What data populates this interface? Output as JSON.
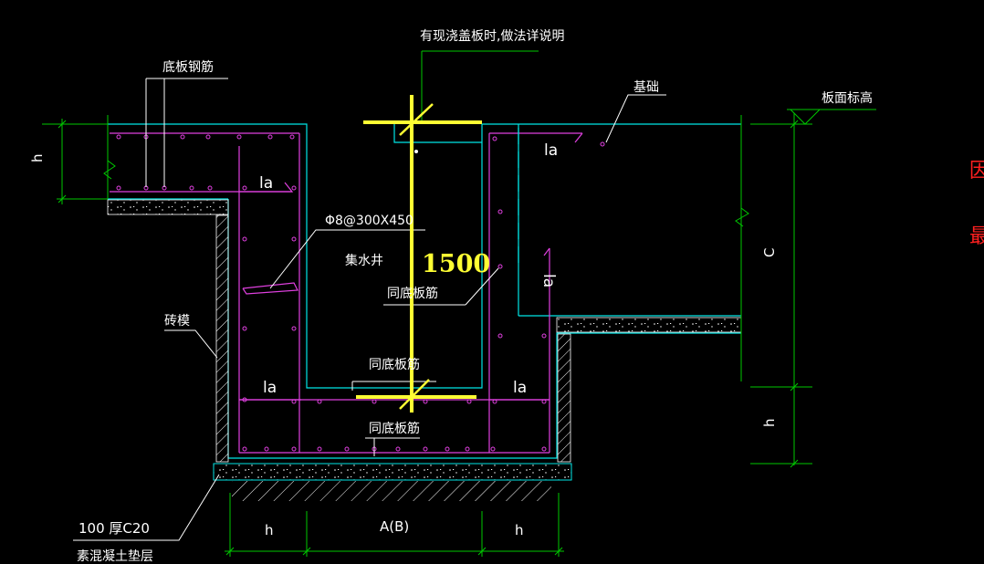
{
  "labels": {
    "note_top": "有现浇盖板时,做法详说明",
    "bottom_rebar": "底板钢筋",
    "foundation": "基础",
    "slab_elevation": "板面标高",
    "rebar_spec": "Φ8@300X450",
    "sump": "集水井",
    "same_bottom_rebar_1": "同底板筋",
    "same_bottom_rebar_2": "同底板筋",
    "same_bottom_rebar_3": "同底板筋",
    "brick_form": "砖模",
    "cushion_thickness": "100 厚C20",
    "cushion_material": "素混凝土垫层",
    "anchor_la": "la",
    "dim_h": "h",
    "dim_c": "C",
    "dim_ab": "A(B)",
    "measurement": "1500",
    "red_char_1": "因",
    "red_char_2": "最"
  },
  "colors": {
    "background": "#000000",
    "concrete_outline": "#00e5e5",
    "rebar": "#e040e0",
    "dimension": "#00c800",
    "measure_overlay": "#ffff33",
    "leader": "#ffffff",
    "red_text": "#ff2020"
  }
}
